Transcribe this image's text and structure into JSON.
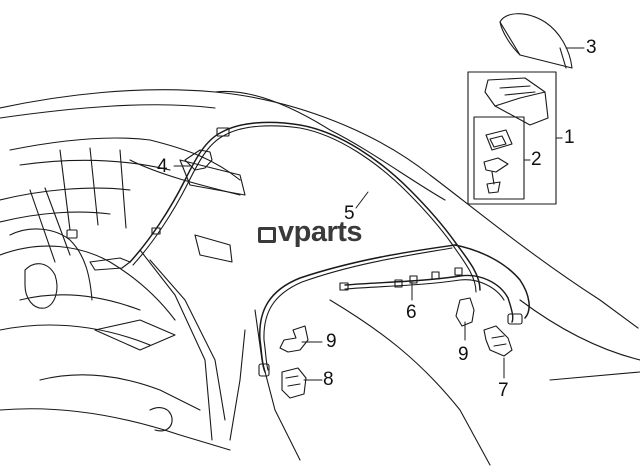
{
  "watermark": {
    "text": "vparts"
  },
  "callouts": [
    {
      "id": "1",
      "label": "1"
    },
    {
      "id": "2",
      "label": "2"
    },
    {
      "id": "3",
      "label": "3"
    },
    {
      "id": "4",
      "label": "4"
    },
    {
      "id": "5",
      "label": "5"
    },
    {
      "id": "6",
      "label": "6"
    },
    {
      "id": "7",
      "label": "7"
    },
    {
      "id": "8",
      "label": "8"
    },
    {
      "id": "9a",
      "label": "9"
    },
    {
      "id": "9b",
      "label": "9"
    }
  ],
  "colors": {
    "line": "#1a1a1a",
    "background": "#ffffff",
    "watermark": "#3a3a3a"
  }
}
